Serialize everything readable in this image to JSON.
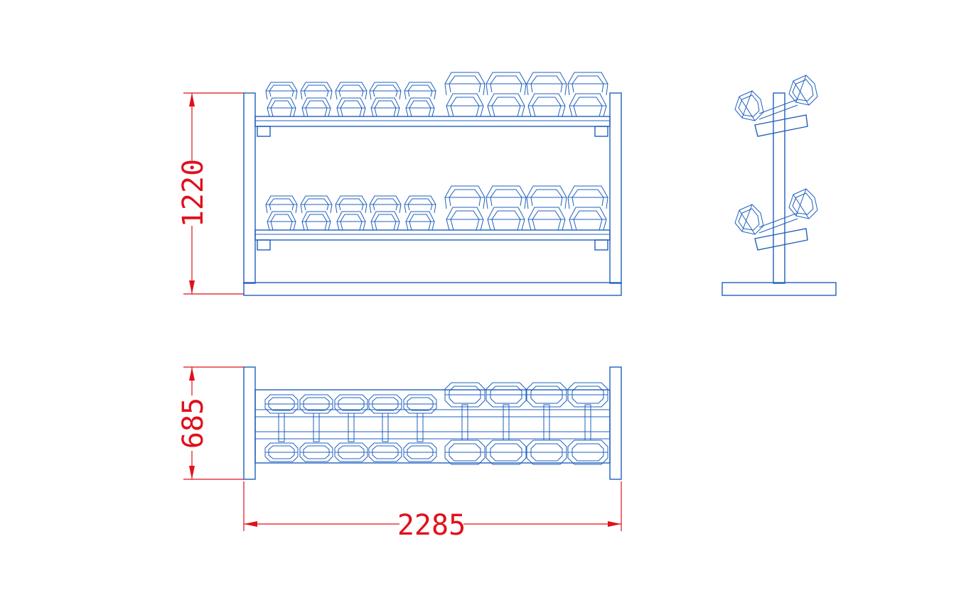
{
  "drawing": {
    "line_color": "#1f5fbf",
    "dimension_color": "#e0101c",
    "views": [
      "front-view",
      "side-view",
      "top-view"
    ],
    "rack": {
      "tiers": 2,
      "dumbbells_per_tier": 9,
      "small_dumbbells": 5,
      "large_dumbbells": 4
    },
    "dimensions": {
      "height": "1220",
      "depth": "685",
      "width": "2285"
    }
  }
}
